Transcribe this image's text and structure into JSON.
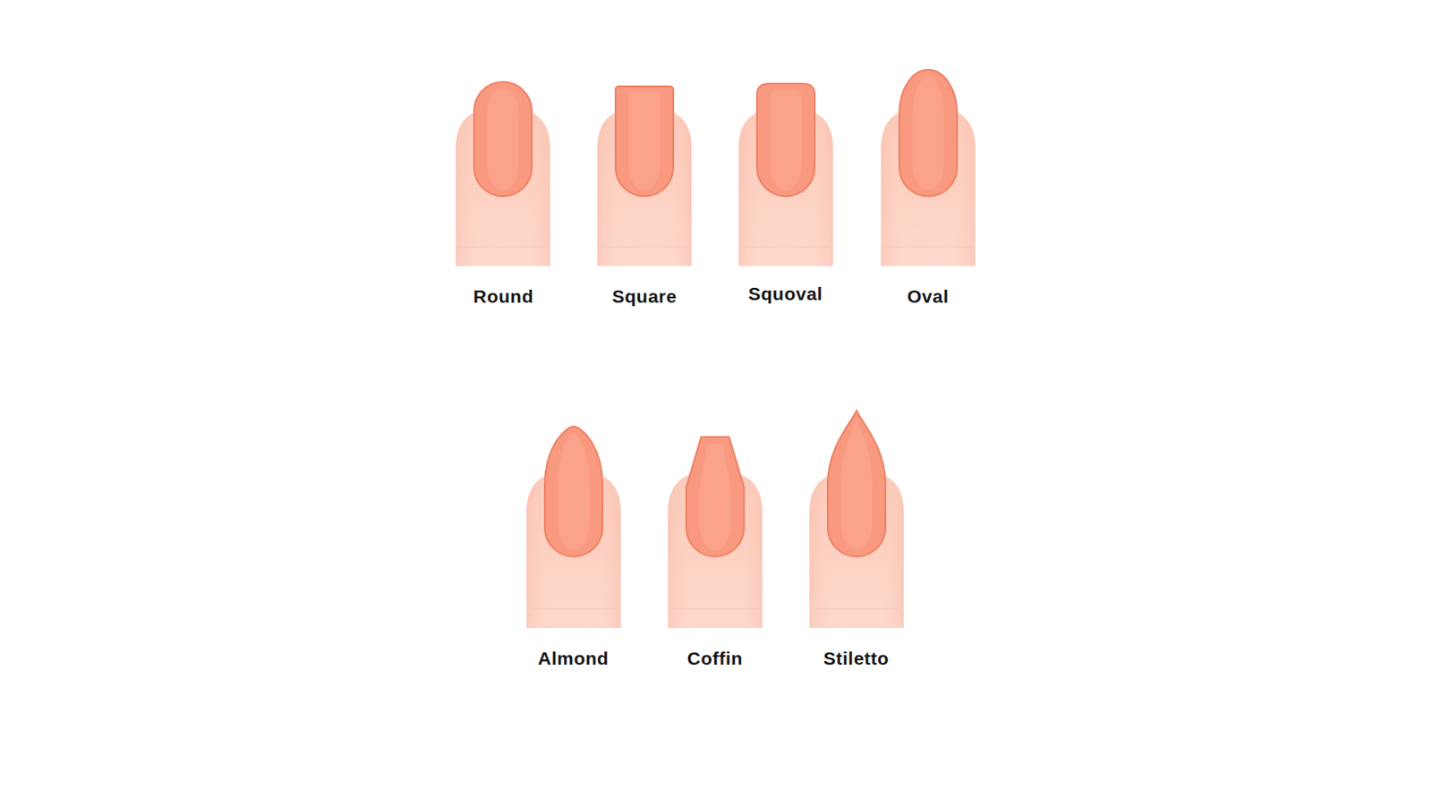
{
  "diagram": {
    "labels": [
      "Round",
      "Square",
      "Squoval",
      "Oval",
      "Almond",
      "Coffin",
      "Stiletto"
    ]
  }
}
